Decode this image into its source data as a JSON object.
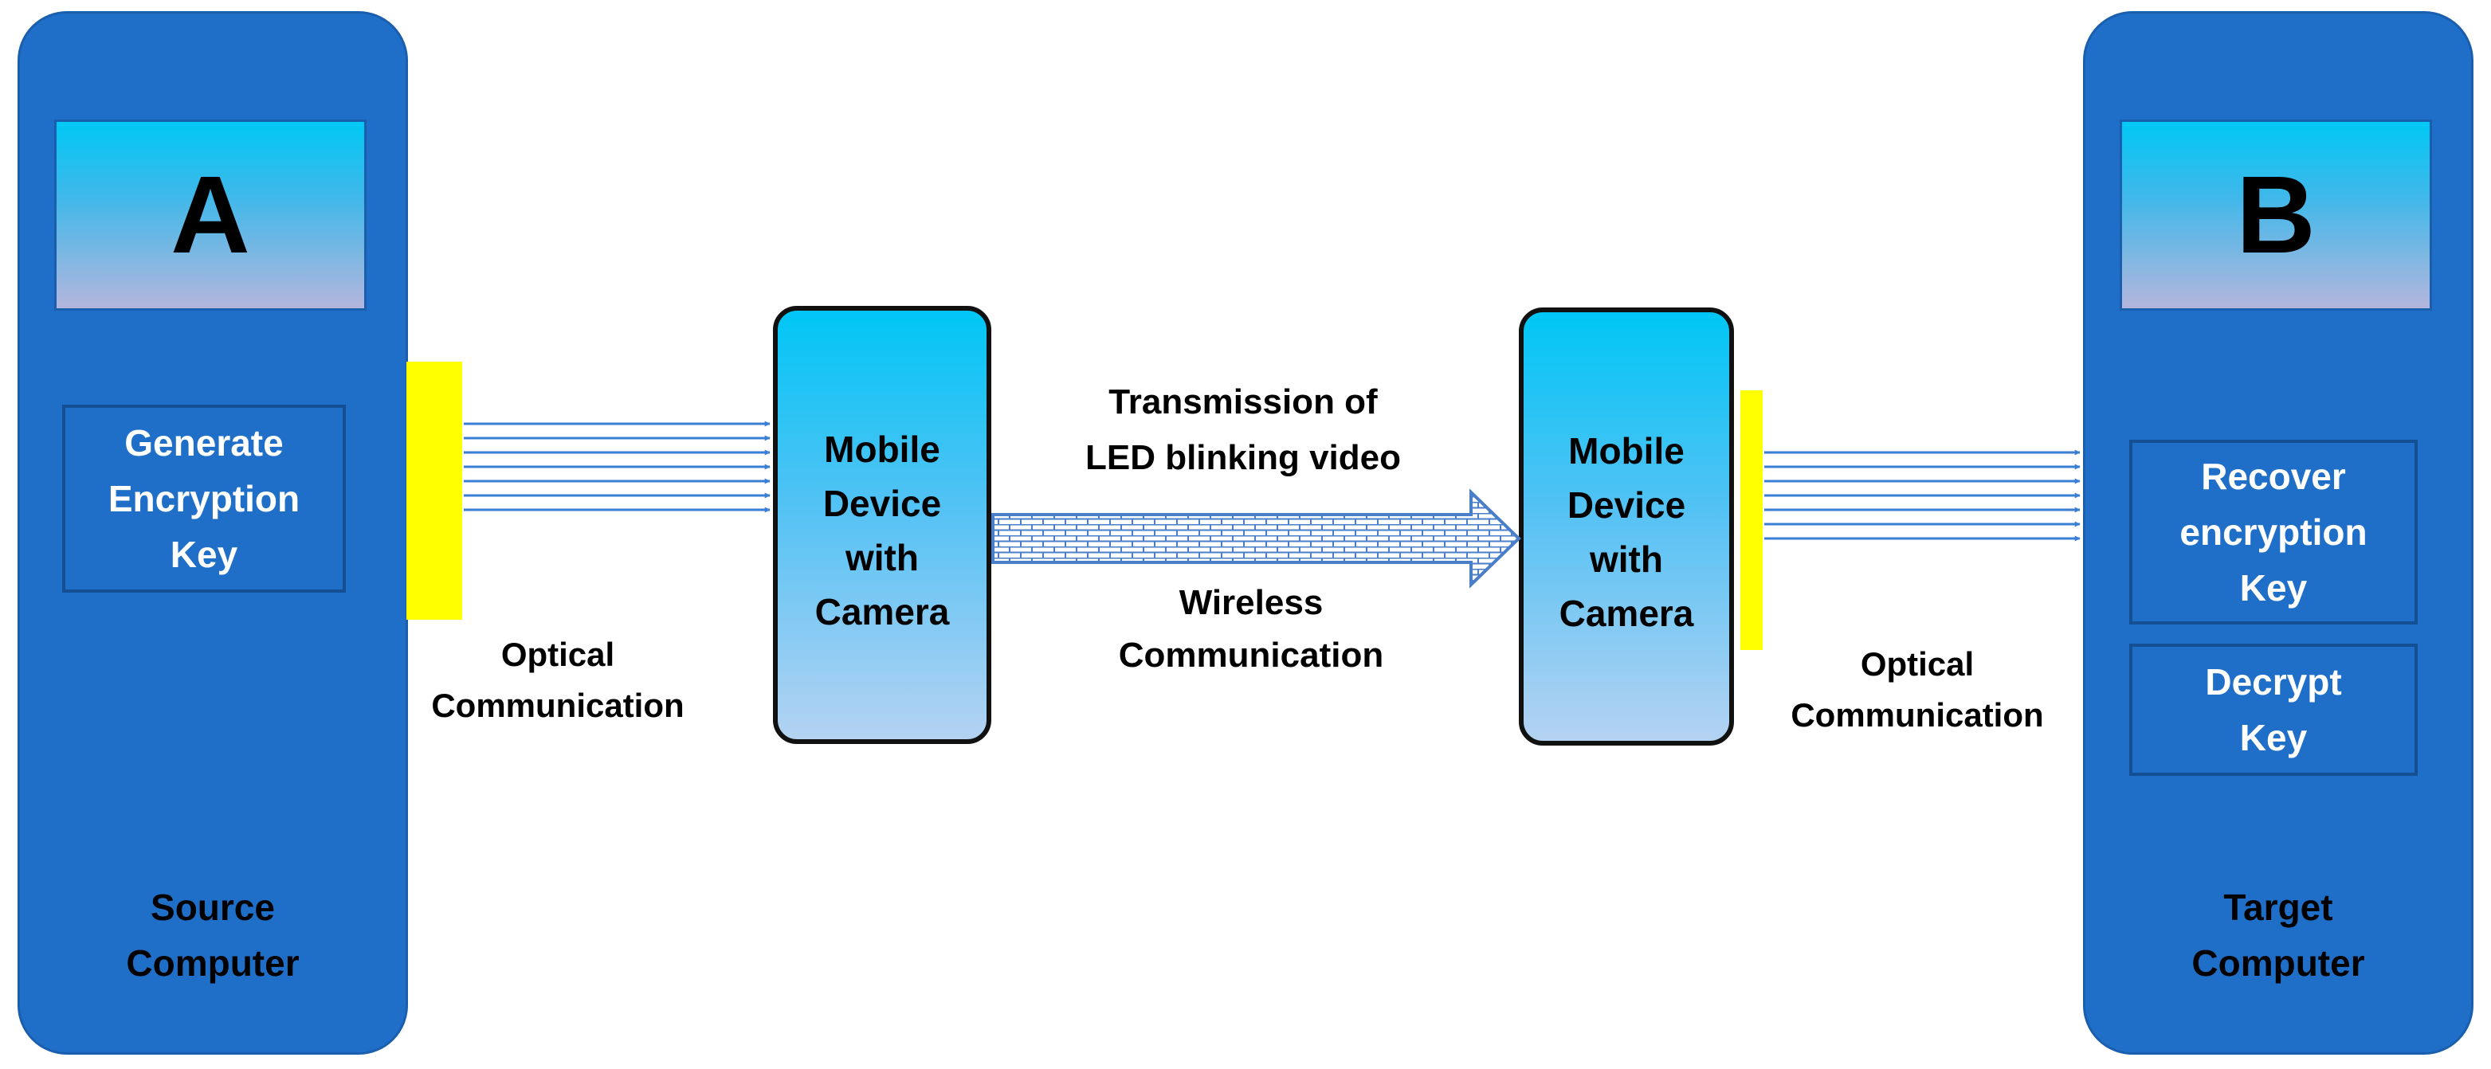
{
  "source_computer": {
    "screen_letter": "A",
    "function_box": "Generate\nEncryption\nKey",
    "label": "Source\nComputer"
  },
  "target_computer": {
    "screen_letter": "B",
    "function_boxes": [
      "Recover\nencryption\nKey",
      "Decrypt\nKey"
    ],
    "label": "Target\nComputer"
  },
  "mobile_devices": [
    {
      "label": "Mobile\nDevice\nwith\nCamera"
    },
    {
      "label": "Mobile\nDevice\nwith\nCamera"
    }
  ],
  "links": {
    "optical_left": "Optical\nCommunication",
    "transmission": "Transmission of\nLED blinking video",
    "wireless": "Wireless\nCommunication",
    "optical_right": "Optical\nCommunication"
  },
  "colors": {
    "computer_body": "#1f6fc8",
    "led": "#ffff00",
    "screen_top": "#00c8f4",
    "optical_ray": "#3a7fd6",
    "wireless_arrow": "#4a7ec8"
  }
}
